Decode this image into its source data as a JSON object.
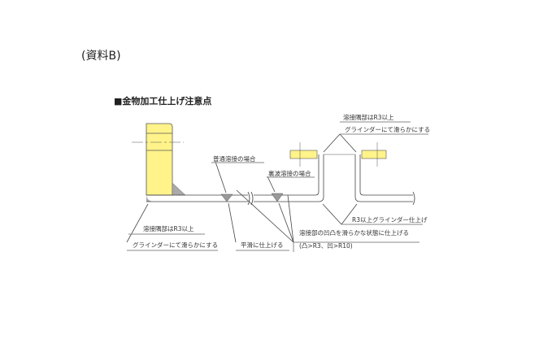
{
  "document_label": "(資料B)",
  "diagram": {
    "title": "■金物加工仕上げ注意点",
    "labels": {
      "top_right_corner_radius": "溶接隅部はR3以上",
      "top_right_grind": "グラインダーにて滑らかにする",
      "normal_weld": "普通溶接の場合",
      "back_bead_weld": "裏波溶接の場合",
      "r3_grinder_finish": "R3以上グラインダー仕上げ",
      "weld_smooth": "溶接部の凹凸を滑らかな状態に仕上げる",
      "weld_smooth_radii": "(凸>R3、凹>R10)",
      "bottom_left_corner_radius": "溶接隅部はR3以上",
      "bottom_left_grind": "グラインダーにて滑らかにする",
      "flat_finish": "平滑に仕上げる"
    },
    "colors": {
      "plate": "#fff38a",
      "weld": "#999999"
    }
  }
}
